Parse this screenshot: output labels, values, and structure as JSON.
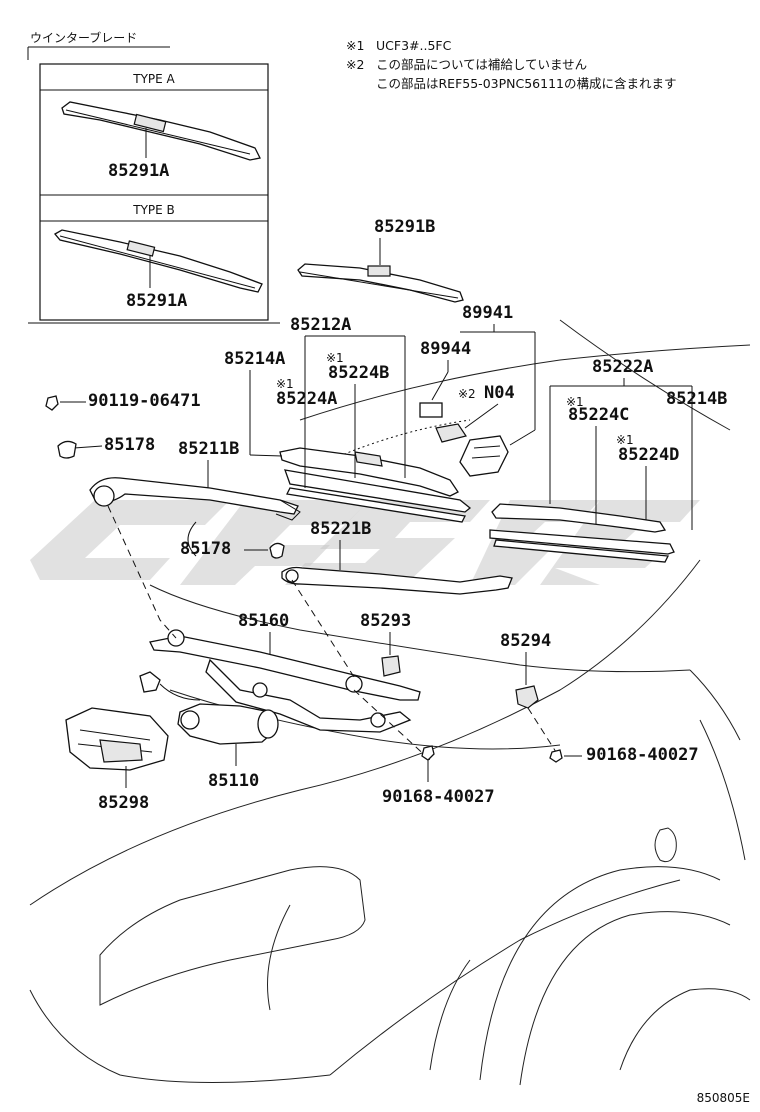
{
  "header": {
    "section_title": "ウインターブレード"
  },
  "notes": {
    "note1_mark": "※1",
    "note1_text": "UCF3#..5FC",
    "note2_mark": "※2",
    "note2_line1": "この部品については補給していません",
    "note2_line2": "この部品はREF55-03PNC56111の構成に含まれます"
  },
  "inset": {
    "type_a_label": "TYPE A",
    "type_a_part": "85291A",
    "type_b_label": "TYPE B",
    "type_b_part": "85291A"
  },
  "parts": {
    "p85291B": "85291B",
    "p89941": "89941",
    "p85212A": "85212A",
    "p85214A": "85214A",
    "p85224B": "85224B",
    "p85224B_mark": "※1",
    "p89944": "89944",
    "p85224A": "85224A",
    "p85224A_mark": "※1",
    "pN04": "N04",
    "pN04_mark": "※2",
    "p85222A": "85222A",
    "p85224C": "85224C",
    "p85224C_mark": "※1",
    "p85214B": "85214B",
    "p85224D": "85224D",
    "p85224D_mark": "※1",
    "p90119": "90119-06471",
    "p85178_top": "85178",
    "p85211B": "85211B",
    "p85178_mid": "85178",
    "p85221B": "85221B",
    "p85160": "85160",
    "p85293": "85293",
    "p85294": "85294",
    "p90168_right": "90168-40027",
    "p85110": "85110",
    "p85298": "85298",
    "p90168_bottom": "90168-40027"
  },
  "footer": {
    "diagram_code": "850805E"
  },
  "colors": {
    "line": "#111111",
    "watermark": "#c8c8c8",
    "background": "#ffffff"
  }
}
